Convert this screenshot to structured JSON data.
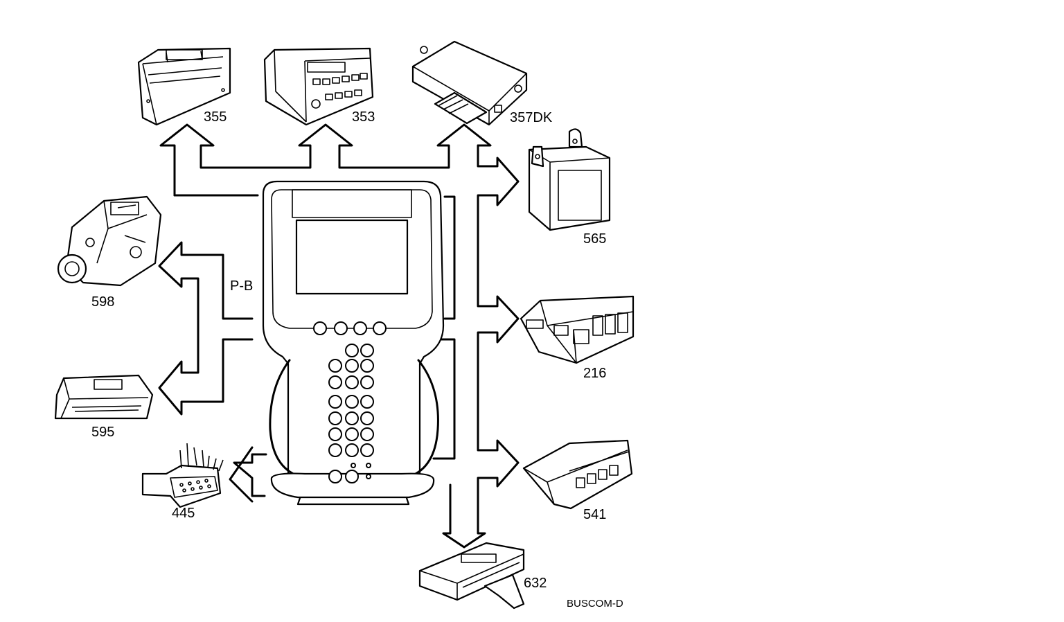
{
  "bus_label": "P-B",
  "drawing_code": "BUSCOM-D",
  "components": {
    "c355": "355",
    "c353": "353",
    "c357dk": "357DK",
    "c565": "565",
    "c598": "598",
    "c216": "216",
    "c595": "595",
    "c541": "541",
    "c445": "445",
    "c632": "632"
  },
  "colors": {
    "line": "#000000",
    "background": "#ffffff"
  }
}
